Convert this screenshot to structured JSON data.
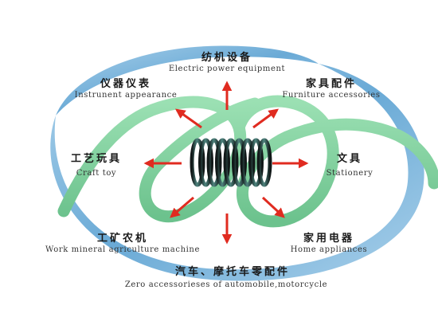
{
  "colors": {
    "ring_outer": "#78b4dc",
    "ring_inner": "#ffffff",
    "coil": "#7fcf9c",
    "coil_edge": "#5fb882",
    "spring": "#1f2a2a",
    "spring_highlight": "#5a8f8a",
    "arrow": "#e02b20"
  },
  "icons": {
    "center": "coil-spring-icon",
    "arrow": "arrow-icon"
  },
  "diagram": {
    "labels": [
      {
        "key": "textile",
        "zh": "纺机设备",
        "en": "Electric power equipment"
      },
      {
        "key": "instrument",
        "zh": "仪器仪表",
        "en": "Instrunent appearance"
      },
      {
        "key": "furniture",
        "zh": "家具配件",
        "en": "Furniture accessories"
      },
      {
        "key": "craft",
        "zh": "工艺玩具",
        "en": "Craft toy"
      },
      {
        "key": "stationery",
        "zh": "文具",
        "en": "Stationery"
      },
      {
        "key": "mining",
        "zh": "工矿农机",
        "en": "Work mineral agriculture machine"
      },
      {
        "key": "home",
        "zh": "家用电器",
        "en": "Home appliances"
      },
      {
        "key": "auto",
        "zh": "汽车、摩托车零配件",
        "en": "Zero accessorieses of automobile,motorcycle"
      }
    ]
  }
}
